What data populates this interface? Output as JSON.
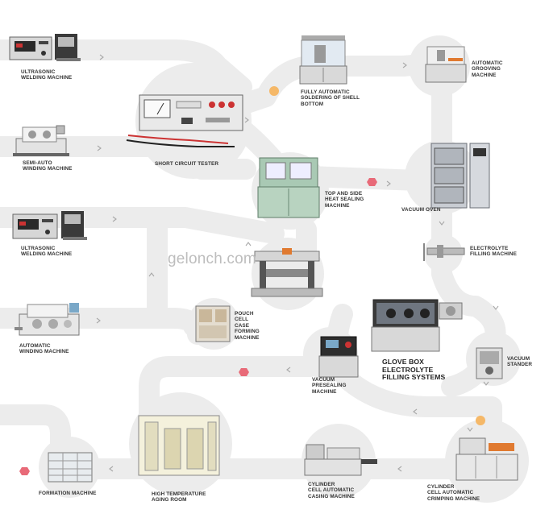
{
  "watermark": "gelonch.com",
  "colors": {
    "track": "#ececec",
    "arrow": "#a8a8a8",
    "hexagon": "#e86a78",
    "dot": "#f5b868",
    "label": "#333333"
  },
  "labels": {
    "ultrasonic_top": "ULTRASONIC\nWELDING MACHINE",
    "semi_auto_winding": "SEMI-AUTO\nWINDING MACHINE",
    "ultrasonic_mid": "ULTRASONIC\nWELDING MACHINE",
    "automatic_winding": "AUTOMATIC\nWINDING MACHINE",
    "short_circuit_tester": "SHORT CIRCUIT TESTER",
    "fully_automatic_soldering": "FULLY AUTOMATIC\nSOLDERING OF SHELL\nBOTTOM",
    "automatic_grooving": "AUTOMATIC\nGROOVING\nMACHINE",
    "top_side_heat_sealing": "TOP AND SIDE\nHEAT SEALING\nMACHINE",
    "vacuum_oven": "VACUUM OVEN",
    "electrolyte_filling": "ELECTROLYTE\nFILLING MACHINE",
    "pouch_cell_forming": "POUCH\nCELL\nCASE\nFORMING\nMACHINE",
    "glove_box": "GLOVE BOX\nELECTROLYTE\nFILLING SYSTEMS",
    "vacuum_stander": "VACUUM\nSTANDER",
    "vacuum_presealing": "VACUUM\nPRESEALING\nMACHINE",
    "formation_machine": "FORMATION MACHINE",
    "high_temperature_aging": "HIGH TEMPERATURE\nAGING ROOM",
    "cylinder_casing": "CYLINDER\nCELL AUTOMATIC\nCASING MACHINE",
    "cylinder_crimping": "CYLINDER\nCELL AUTOMATIC\nCRIMPING MACHINE"
  }
}
